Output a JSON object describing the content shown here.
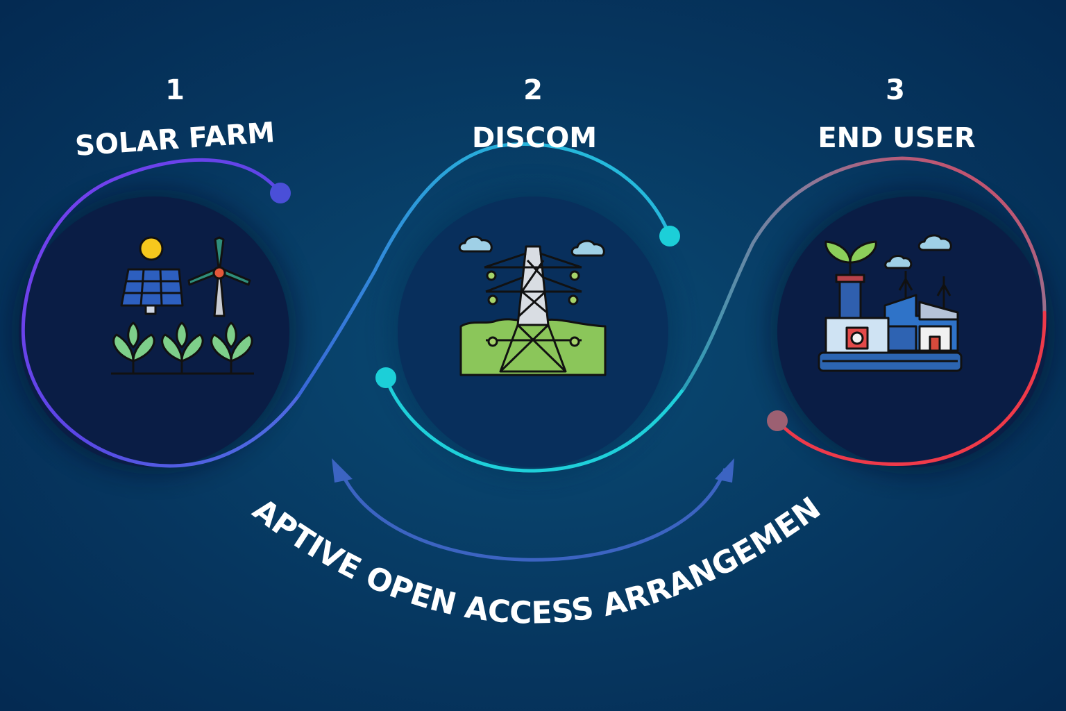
{
  "steps": [
    {
      "number": "1",
      "title": "SOLAR FARM"
    },
    {
      "number": "2",
      "title": "DISCOM"
    },
    {
      "number": "3",
      "title": "END USER"
    }
  ],
  "arrangement_label": "CAPTIVE OPEN ACCESS ARRANGEMENT",
  "icons": [
    "solar-farm-icon",
    "transmission-tower-icon",
    "factory-icon"
  ],
  "colors": {
    "background": "#06335d",
    "circle_fill": "#0a1d45",
    "solar_ring": "#6a3ff0",
    "discom_ring": "#1fd3dc",
    "end_user_ring": "#f03a4a",
    "arc_arrow": "#3d67c4",
    "text": "#ffffff"
  }
}
